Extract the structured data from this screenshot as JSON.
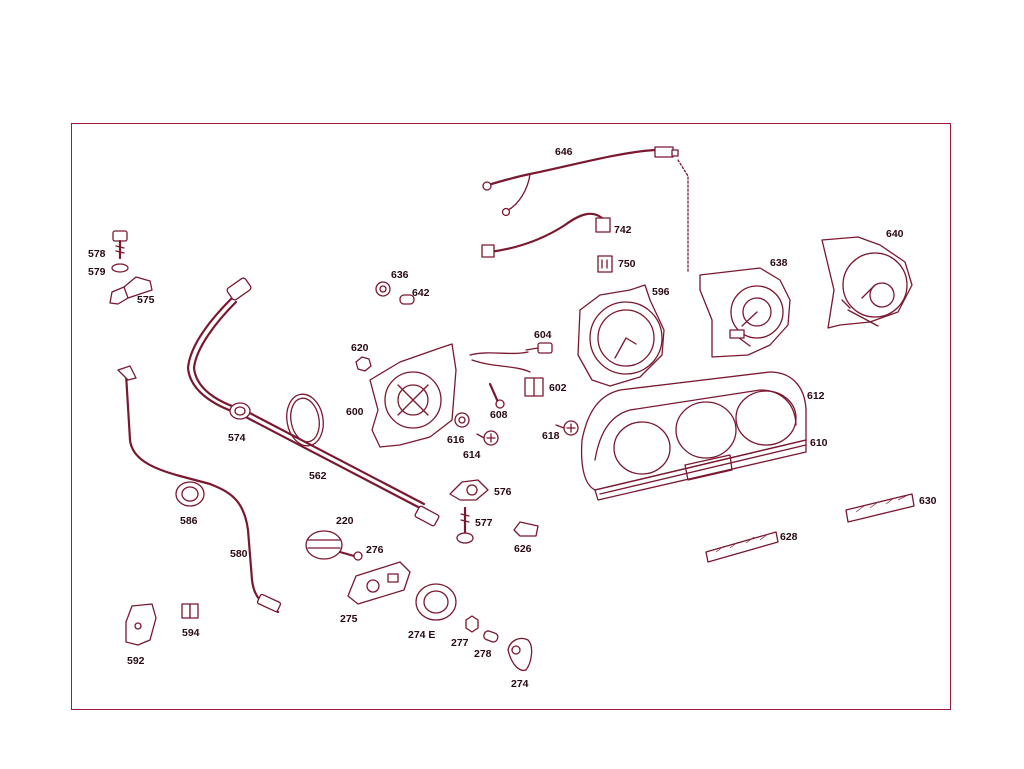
{
  "colors": {
    "line": "#7a1830",
    "frame": "#9b1b3a",
    "label": "#2a0a14",
    "background": "#ffffff"
  },
  "parts": {
    "p646": "646",
    "p742": "742",
    "p750": "750",
    "p636": "636",
    "p642": "642",
    "p638": "638",
    "p640": "640",
    "p596": "596",
    "p604": "604",
    "p620": "620",
    "p602": "602",
    "p578": "578",
    "p579": "579",
    "p575": "575",
    "p600": "600",
    "p616": "616",
    "p608": "608",
    "p618": "618",
    "p614": "614",
    "p612": "612",
    "p610": "610",
    "p574": "574",
    "p562": "562",
    "p576": "576",
    "p577": "577",
    "p626": "626",
    "p586": "586",
    "p220": "220",
    "p276": "276",
    "p580": "580",
    "p275": "275",
    "p274E": "274 E",
    "p277": "277",
    "p278": "278",
    "p274": "274",
    "p594": "594",
    "p592": "592",
    "p628": "628",
    "p630": "630"
  }
}
